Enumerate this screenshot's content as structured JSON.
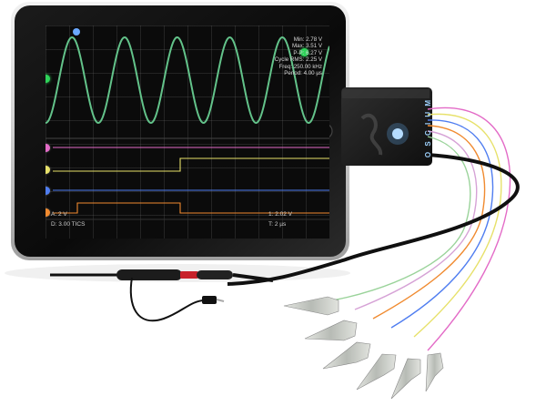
{
  "measurements": {
    "min": "Min: 2.78 V",
    "max": "Max: 3.51 V",
    "pp": "P-P: 6.27 V",
    "cycle_rms": "Cycle RMS: 2.25 V",
    "freq": "Freq: 250.00 kHz",
    "period": "Period: 4.00 µs"
  },
  "bottom_left_a": "A: 2 V",
  "bottom_left_d": "D: 3.00  TICS",
  "bottom_right_1": "1: 2.02 V",
  "bottom_right_t": "T: 2 µs",
  "device_label": "O S C I U M",
  "colors": {
    "analog_trace": "#63c38a",
    "ch_pink": "#e36bc7",
    "ch_yellow": "#e7e16a",
    "ch_blue": "#4f7df0",
    "ch_orange": "#f08a2f",
    "probe_red": "#c8222b",
    "clip_gray": "#b9bdb6"
  }
}
